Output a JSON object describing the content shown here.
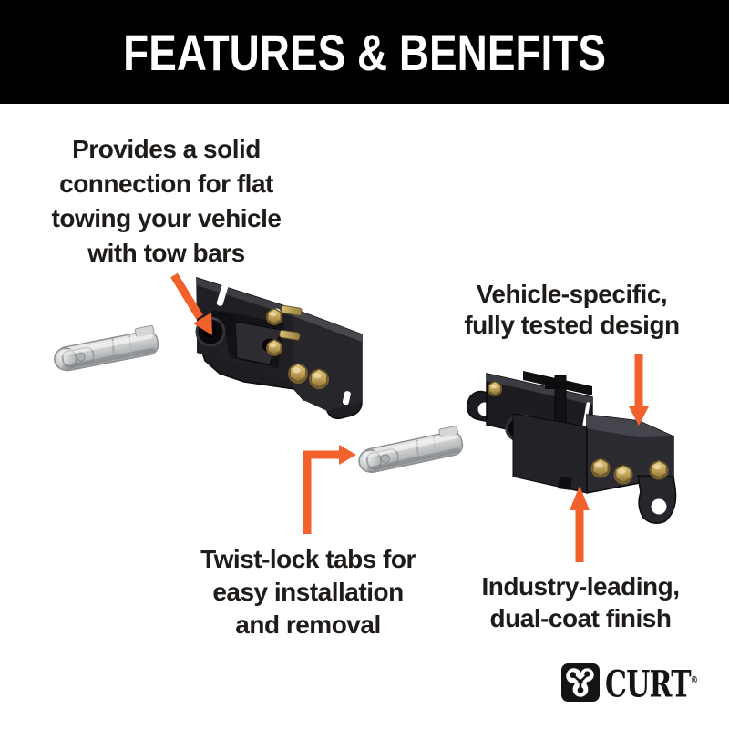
{
  "header": {
    "title": "FEATURES & BENEFITS"
  },
  "callouts": {
    "flat_towing": {
      "lines": "Provides a solid\nconnection for flat\ntowing your vehicle\nwith tow bars"
    },
    "vehicle_specific": {
      "lines": "Vehicle-specific,\nfully tested design"
    },
    "twist_lock": {
      "lines": "Twist-lock tabs for\neasy installation\nand removal"
    },
    "dual_coat": {
      "lines": "Industry-leading,\ndual-coat finish"
    }
  },
  "logo": {
    "brand": "CURT",
    "registered": "®"
  },
  "icons": {
    "logo_mark": "curt-clover-logo",
    "arrows": "orange-annotation-arrow",
    "products": [
      "tow-bar-bracket-left",
      "tow-bar-bracket-right",
      "twist-lock-pin-left",
      "twist-lock-pin-right"
    ]
  },
  "colors": {
    "accent": "#F2612C",
    "header_bg": "#000000",
    "text": "#1E1B19",
    "background": "#FFFFFF",
    "bracket_black": "#1E1E22",
    "brass": "#C9A85C",
    "pin_silver": "#C7C9CA"
  }
}
